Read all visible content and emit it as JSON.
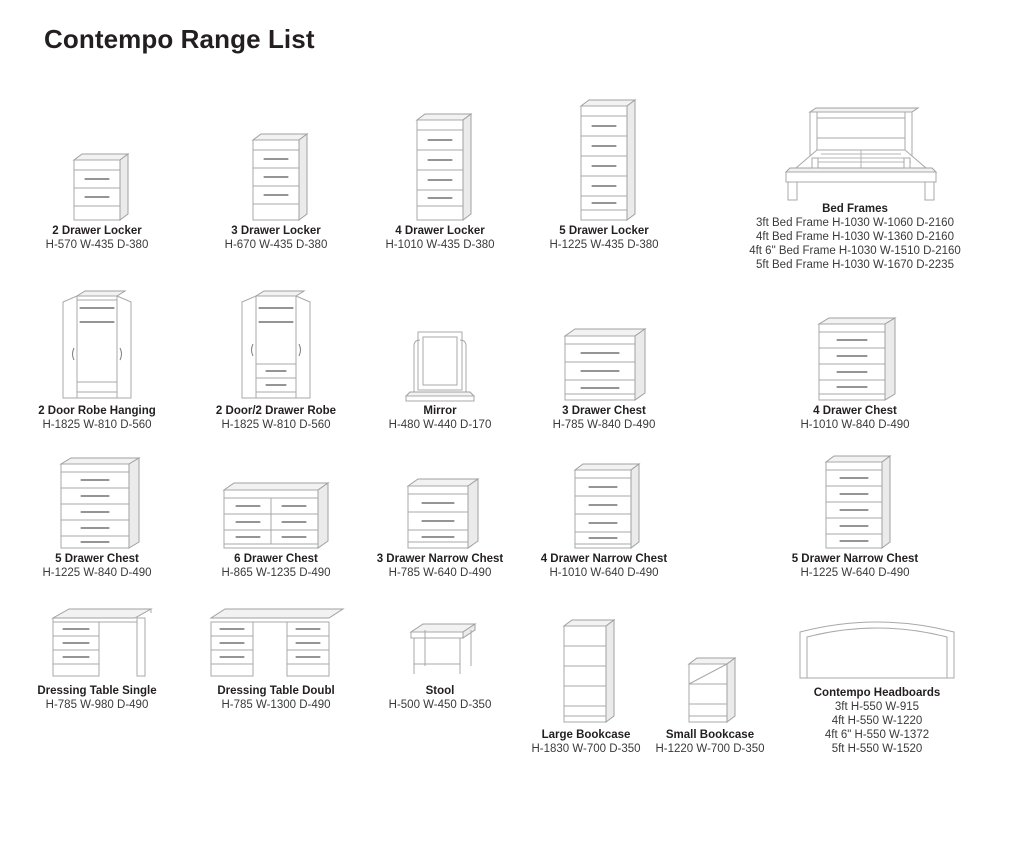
{
  "document": {
    "title": "Contempo Range List"
  },
  "rows": [
    {
      "items": [
        {
          "icon": "2-drawer-locker-drawing",
          "name": "2 Drawer Locker",
          "dims": [
            "H-570 W-435 D-380"
          ]
        },
        {
          "icon": "3-drawer-locker-drawing",
          "name": "3 Drawer Locker",
          "dims": [
            "H-670 W-435 D-380"
          ]
        },
        {
          "icon": "4-drawer-locker-drawing",
          "name": "4 Drawer Locker",
          "dims": [
            "H-1010 W-435 D-380"
          ]
        },
        {
          "icon": "5-drawer-locker-drawing",
          "name": "5 Drawer Locker",
          "dims": [
            "H-1225 W-435 D-380"
          ]
        },
        {
          "icon": "bed-frame-drawing",
          "name": "Bed Frames",
          "dims": [
            "3ft Bed Frame H-1030 W-1060 D-2160",
            "4ft Bed Frame H-1030 W-1360 D-2160",
            "4ft 6\" Bed Frame H-1030 W-1510 D-2160",
            "5ft Bed Frame H-1030 W-1670 D-2235"
          ]
        }
      ]
    },
    {
      "items": [
        {
          "icon": "2-door-robe-hanging-drawing",
          "name": "2 Door Robe Hanging",
          "dims": [
            "H-1825 W-810 D-560"
          ]
        },
        {
          "icon": "2-door-2-drawer-robe-drawing",
          "name": "2 Door/2 Drawer Robe",
          "dims": [
            "H-1825 W-810 D-560"
          ]
        },
        {
          "icon": "mirror-drawing",
          "name": "Mirror",
          "dims": [
            "H-480 W-440 D-170"
          ]
        },
        {
          "icon": "3-drawer-chest-drawing",
          "name": "3 Drawer Chest",
          "dims": [
            "H-785 W-840 D-490"
          ]
        },
        {
          "icon": "4-drawer-chest-drawing",
          "name": "4 Drawer Chest",
          "dims": [
            "H-1010 W-840 D-490"
          ]
        }
      ]
    },
    {
      "items": [
        {
          "icon": "5-drawer-chest-drawing",
          "name": "5 Drawer Chest",
          "dims": [
            "H-1225 W-840 D-490"
          ]
        },
        {
          "icon": "6-drawer-chest-drawing",
          "name": "6 Drawer Chest",
          "dims": [
            "H-865 W-1235 D-490"
          ]
        },
        {
          "icon": "3-drawer-narrow-chest-drawing",
          "name": "3 Drawer Narrow Chest",
          "dims": [
            "H-785 W-640 D-490"
          ]
        },
        {
          "icon": "4-drawer-narrow-chest-drawing",
          "name": "4 Drawer Narrow Chest",
          "dims": [
            "H-1010 W-640 D-490"
          ]
        },
        {
          "icon": "5-drawer-narrow-chest-drawing",
          "name": "5 Drawer Narrow Chest",
          "dims": [
            "H-1225 W-640 D-490"
          ]
        }
      ]
    },
    {
      "items": [
        {
          "icon": "dressing-table-single-drawing",
          "name": "Dressing Table Single",
          "dims": [
            "H-785 W-980 D-490"
          ]
        },
        {
          "icon": "dressing-table-double-drawing",
          "name": "Dressing Table Doubl",
          "dims": [
            "H-785 W-1300 D-490"
          ]
        },
        {
          "icon": "stool-drawing",
          "name": "Stool",
          "dims": [
            "H-500 W-450 D-350"
          ]
        },
        {
          "icon": "large-bookcase-drawing",
          "name": "Large Bookcase",
          "dims": [
            "H-1830 W-700 D-350"
          ]
        },
        {
          "icon": "small-bookcase-drawing",
          "name": "Small Bookcase",
          "dims": [
            "H-1220 W-700 D-350"
          ]
        },
        {
          "icon": "contempo-headboards-drawing",
          "name": "Contempo Headboards",
          "dims": [
            "3ft H-550 W-915",
            "4ft H-550 W-1220",
            "4ft 6\" H-550 W-1372",
            "5ft H-550 W-1520"
          ]
        }
      ]
    }
  ]
}
